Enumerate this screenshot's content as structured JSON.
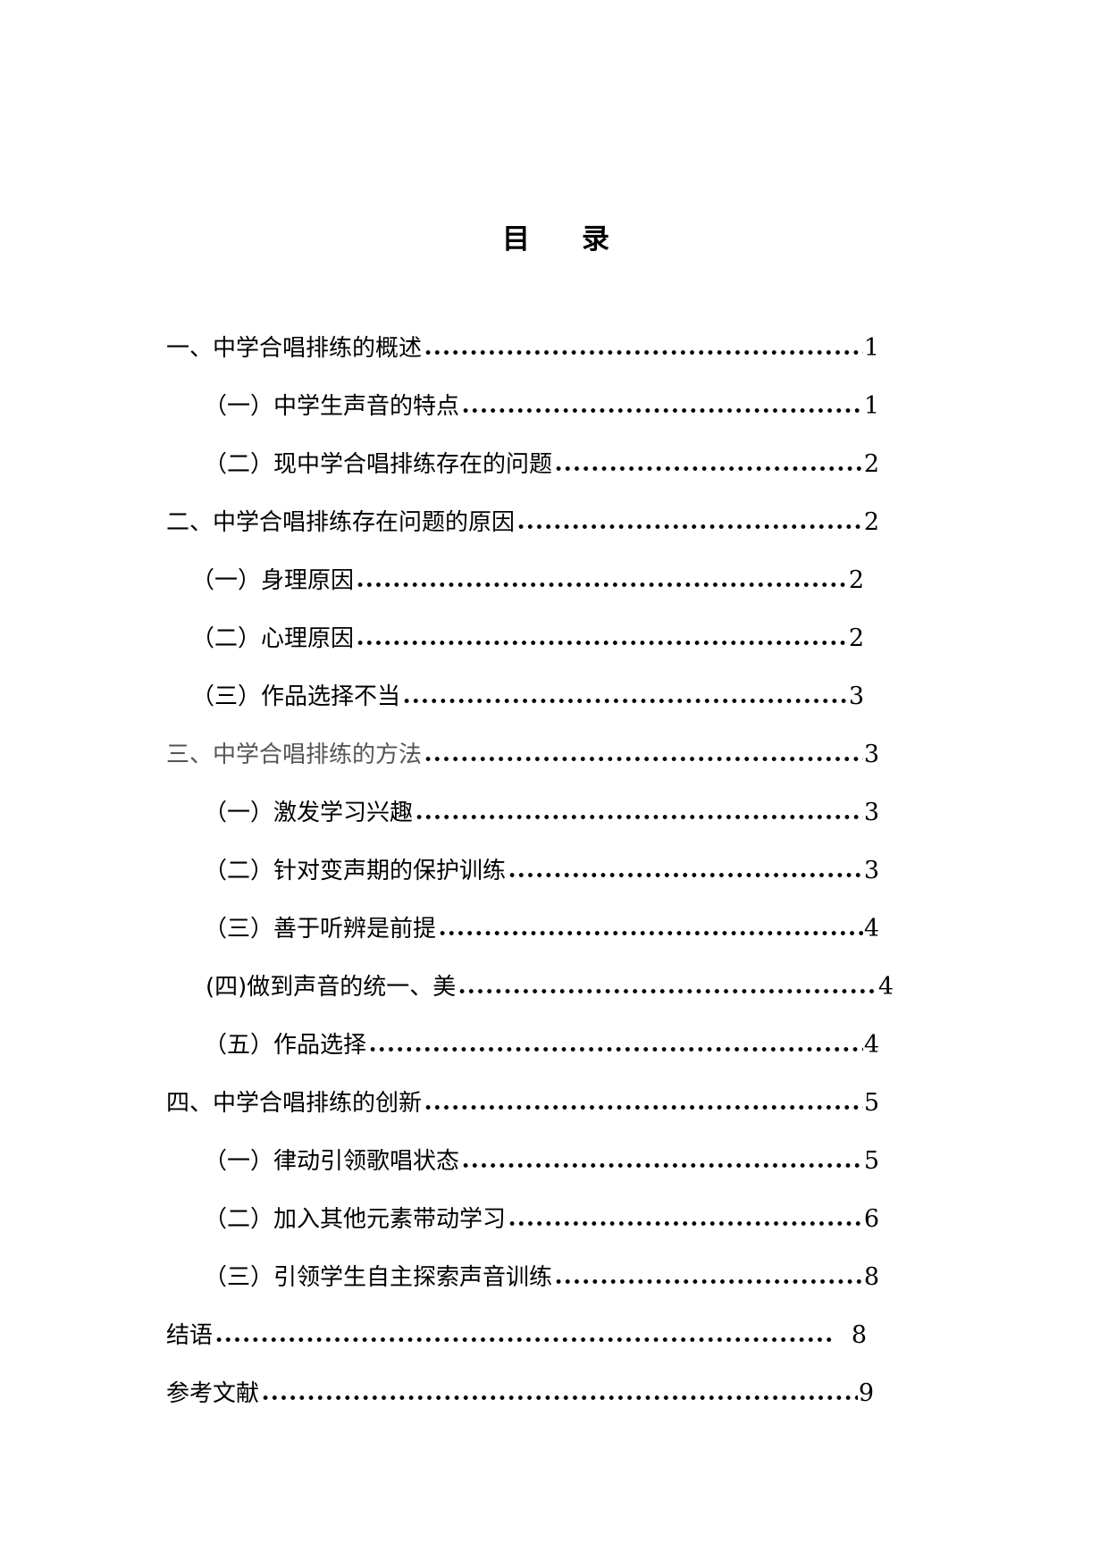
{
  "title": {
    "char1": "目",
    "char2": "录"
  },
  "toc": [
    {
      "label": "一、中学合唱排练的概述",
      "page": "1",
      "level": 1
    },
    {
      "label": "（一）中学生声音的特点",
      "page": "1",
      "level": 2
    },
    {
      "label": "（二）现中学合唱排练存在的问题",
      "page": "2",
      "level": 2
    },
    {
      "label": "二、中学合唱排练存在问题的原因",
      "page": "2",
      "level": 1
    },
    {
      "label": "（一）身理原因",
      "page": "2",
      "level": 2
    },
    {
      "label": "（二）心理原因",
      "page": "2",
      "level": 2
    },
    {
      "label": "（三）作品选择不当",
      "page": "3",
      "level": 2
    },
    {
      "label": "三、中学合唱排练的方法",
      "page": "3",
      "level": 1
    },
    {
      "label": "（一）激发学习兴趣",
      "page": "3",
      "level": 2
    },
    {
      "label": "（二）针对变声期的保护训练",
      "page": "3",
      "level": 2
    },
    {
      "label": "（三）善于听辨是前提",
      "page": "4",
      "level": 2
    },
    {
      "label": "(四)做到声音的统一、美",
      "page": "4",
      "level": 2
    },
    {
      "label": "（五）作品选择",
      "page": "4",
      "level": 2
    },
    {
      "label": "四、中学合唱排练的创新",
      "page": "5",
      "level": 1
    },
    {
      "label": "（一）律动引领歌唱状态",
      "page": "5",
      "level": 2
    },
    {
      "label": "（二）加入其他元素带动学习",
      "page": "6",
      "level": 2
    },
    {
      "label": "（三）引领学生自主探索声音训练",
      "page": "8",
      "level": 2
    },
    {
      "label": "结语",
      "page": "8",
      "level": 1
    },
    {
      "label": "参考文献",
      "page": "9",
      "level": 1
    }
  ]
}
